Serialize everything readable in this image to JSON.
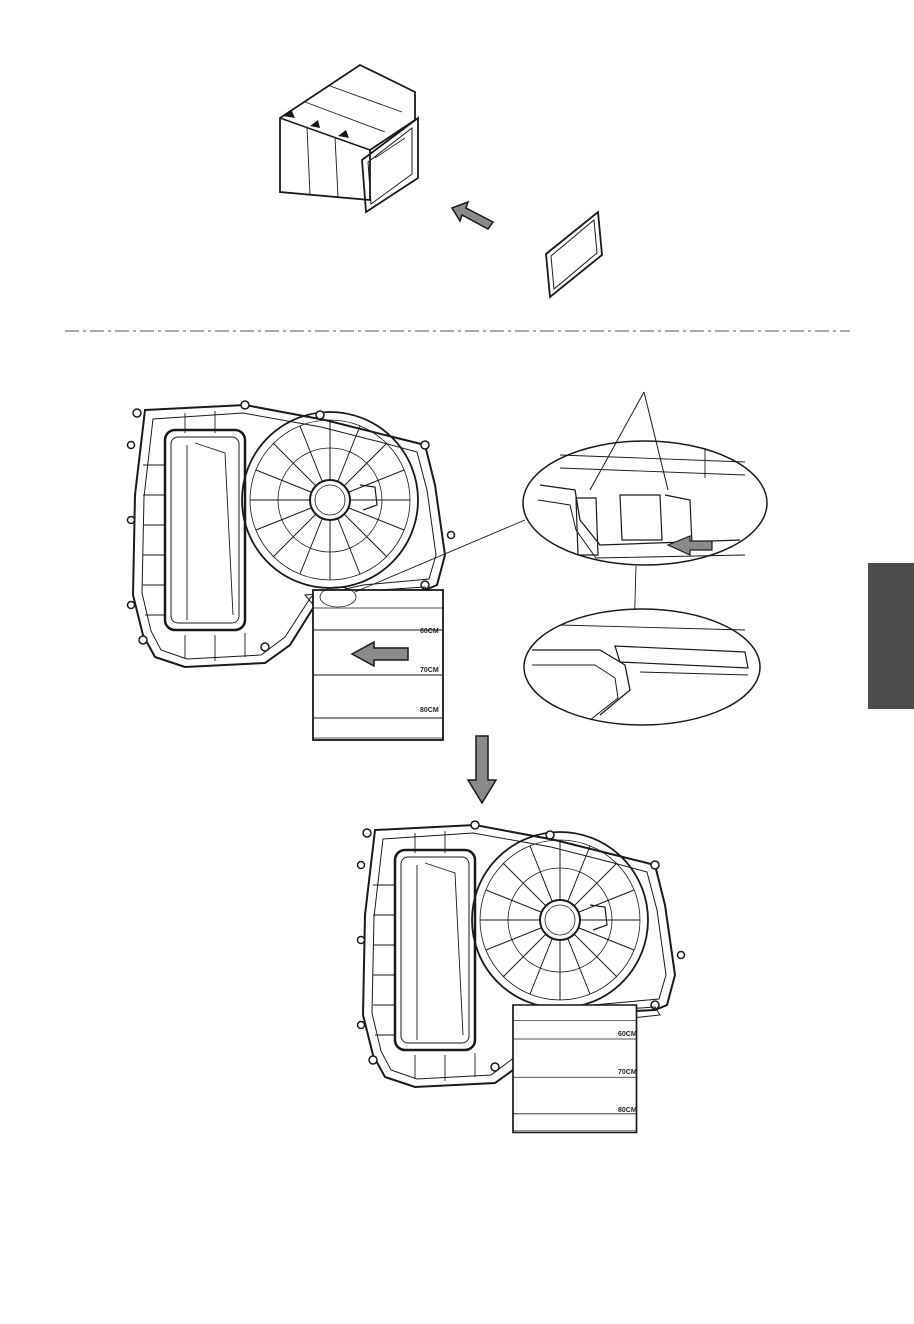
{
  "figure": {
    "colors": {
      "line": "#1a1a1a",
      "arrow_fill": "#8a8a8a",
      "side_tab": "#4d4d4d",
      "divider": "#555555"
    },
    "duct_scale_labels": [
      "60CM",
      "70CM",
      "80CM"
    ],
    "icons": {
      "insert_arrow": "arrow-left",
      "step_arrow": "arrow-down",
      "gasket_arrow": "arrow-up-left"
    }
  }
}
